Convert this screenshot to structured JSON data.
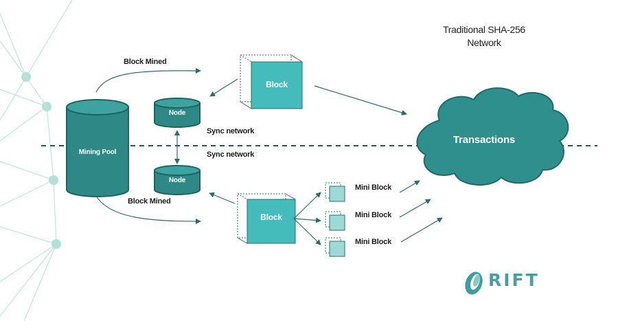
{
  "title": {
    "line1": "Traditional SHA-256",
    "line2": "Network"
  },
  "labels": {
    "mining_pool": "Mining Pool",
    "node_top": "Node",
    "node_bottom": "Node",
    "block_top": "Block",
    "block_bottom": "Block",
    "block_mined_top": "Block Mined",
    "block_mined_bottom": "Block Mined",
    "sync_network_top": "Sync network",
    "sync_network_bottom": "Sync network",
    "transactions": "Transactions",
    "mini_blocks": [
      "Mini Block",
      "Mini Block",
      "Mini Block"
    ]
  },
  "logo": {
    "text": "RIFT"
  },
  "colors": {
    "teal": "#2f8f8d",
    "teal_dark": "#1d6a68",
    "teal_light": "#48c0c0",
    "decor": "#b8e3db",
    "arrow": "#2a6e6c"
  }
}
